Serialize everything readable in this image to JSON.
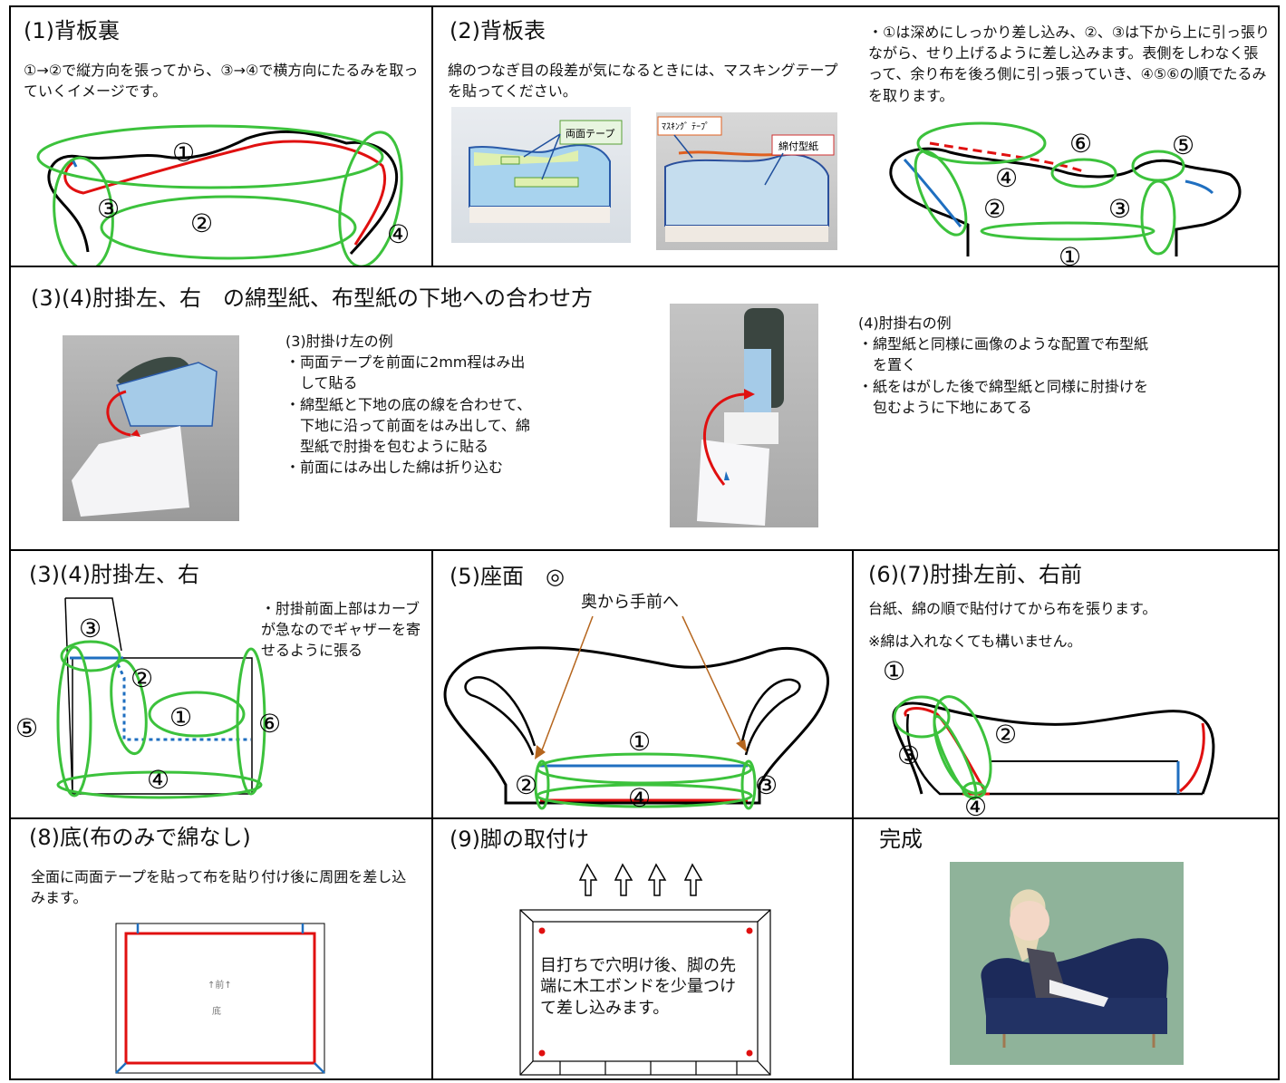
{
  "sec1": {
    "title": "(1)背板裏",
    "text": "①→②で縦方向を張ってから、③→④で横方向にたるみを取っていくイメージです。",
    "labels": [
      "①",
      "②",
      "③",
      "④"
    ]
  },
  "sec2": {
    "title": "(2)背板表",
    "text": "綿のつなぎ目の段差が気になるときには、マスキングテープを貼ってください。",
    "callout_tape": "両面テープ",
    "callout_masking": "ﾏｽｷﾝｸﾞ ﾃｰﾌﾟ",
    "callout_cotton": "綿付型紙",
    "right_text": "・①は深めにしっかり差し込み、②、③は下から上に引っ張りながら、せり上げるように差し込みます。表側をしわなく張って、余り布を後ろ側に引っ張っていき、④⑤⑥の順でたるみを取ります。",
    "labels": [
      "①",
      "②",
      "③",
      "④",
      "⑤",
      "⑥"
    ]
  },
  "sec34": {
    "title": "(3)(4)肘掛左、右　の綿型紙、布型紙の下地への合わせ方",
    "left_lines": [
      "(3)肘掛け左の例",
      "・両面テープを前面に2mm程はみ出",
      "　して貼る",
      "・綿型紙と下地の底の線を合わせて、",
      "　下地に沿って前面をはみ出して、綿",
      "　型紙で肘掛を包むように貼る",
      "・前面にはみ出した綿は折り込む"
    ],
    "right_lines": [
      "(4)肘掛右の例",
      "・綿型紙と同様に画像のような配置で布型紙",
      "　を置く",
      "・紙をはがした後で綿型紙と同様に肘掛けを",
      "　包むように下地にあてる"
    ]
  },
  "sec34b": {
    "title": "(3)(4)肘掛左、右",
    "note": "・肘掛前面上部はカーブが急なのでギャザーを寄せるように張る",
    "labels": [
      "①",
      "②",
      "③",
      "④",
      "⑤",
      "⑥"
    ]
  },
  "sec5": {
    "title": "(5)座面　◎",
    "arrow_text": "奥から手前へ",
    "labels": [
      "①",
      "②",
      "③",
      "④"
    ]
  },
  "sec67": {
    "title": "(6)(7)肘掛左前、右前",
    "line1": "台紙、綿の順で貼付けてから布を張ります。",
    "line2": "※綿は入れなくても構いません。",
    "labels": [
      "①",
      "②",
      "③",
      "④"
    ]
  },
  "sec8": {
    "title": "(8)底(布のみで綿なし)",
    "text": "全面に両面テープを貼って布を貼り付け後に周囲を差し込みます。",
    "front_mark": "↑前↑",
    "bottom_mark": "底"
  },
  "sec9": {
    "title": "(9)脚の取付け",
    "box_text": "目打ちで穴明け後、脚の先端に木工ボンドを少量つけて差し込みます。"
  },
  "sec10": {
    "title": "完成"
  },
  "colors": {
    "green": "#3cc23c",
    "red": "#e01010",
    "blue": "#1f6fc0",
    "brown": "#b5651d"
  }
}
